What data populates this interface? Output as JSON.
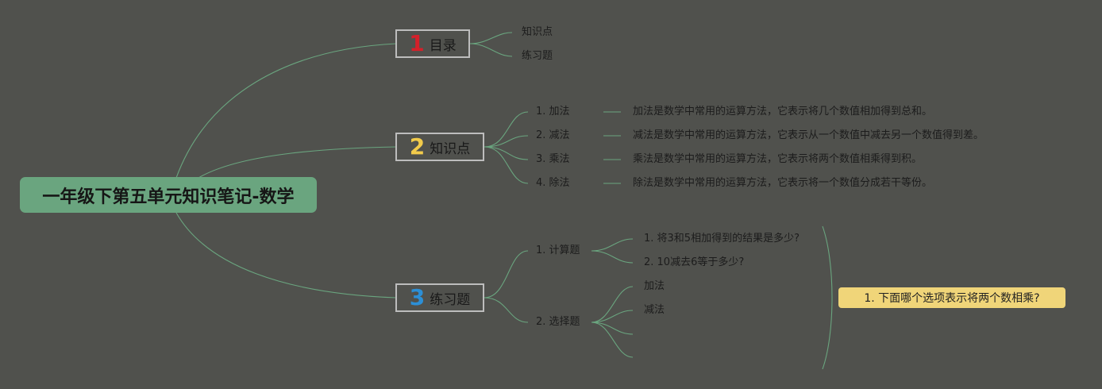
{
  "root": {
    "title": "一年级下第五单元知识笔记-数学"
  },
  "topics": [
    {
      "number": "1",
      "number_color": "#d5202a",
      "label": "目录",
      "children": [
        "知识点",
        "练习题"
      ]
    },
    {
      "number": "2",
      "number_color": "#f2cb4b",
      "label": "知识点",
      "children": [
        {
          "label": "1. 加法",
          "detail": "加法是数学中常用的运算方法，它表示将几个数值相加得到总和。"
        },
        {
          "label": "2. 减法",
          "detail": "减法是数学中常用的运算方法，它表示从一个数值中减去另一个数值得到差。"
        },
        {
          "label": "3. 乘法",
          "detail": "乘法是数学中常用的运算方法，它表示将两个数值相乘得到积。"
        },
        {
          "label": "4. 除法",
          "detail": "除法是数学中常用的运算方法，它表示将一个数值分成若干等份。"
        }
      ]
    },
    {
      "number": "3",
      "number_color": "#2c8fd6",
      "label": "练习题",
      "children": [
        {
          "label": "1. 计算题",
          "items": [
            "1. 将3和5相加得到的结果是多少?",
            "2. 10减去6等于多少?"
          ]
        },
        {
          "label": "2. 选择题",
          "items": [
            "加法",
            "减法"
          ]
        }
      ]
    }
  ],
  "summary": {
    "label": "1. 下面哪个选项表示将两个数相乘?"
  },
  "colors": {
    "background": "#50514d",
    "root_fill": "#6aa57f",
    "connector": "#6aa57f",
    "topic_border": "#bdbdbd",
    "summary_fill": "#f0d579"
  }
}
